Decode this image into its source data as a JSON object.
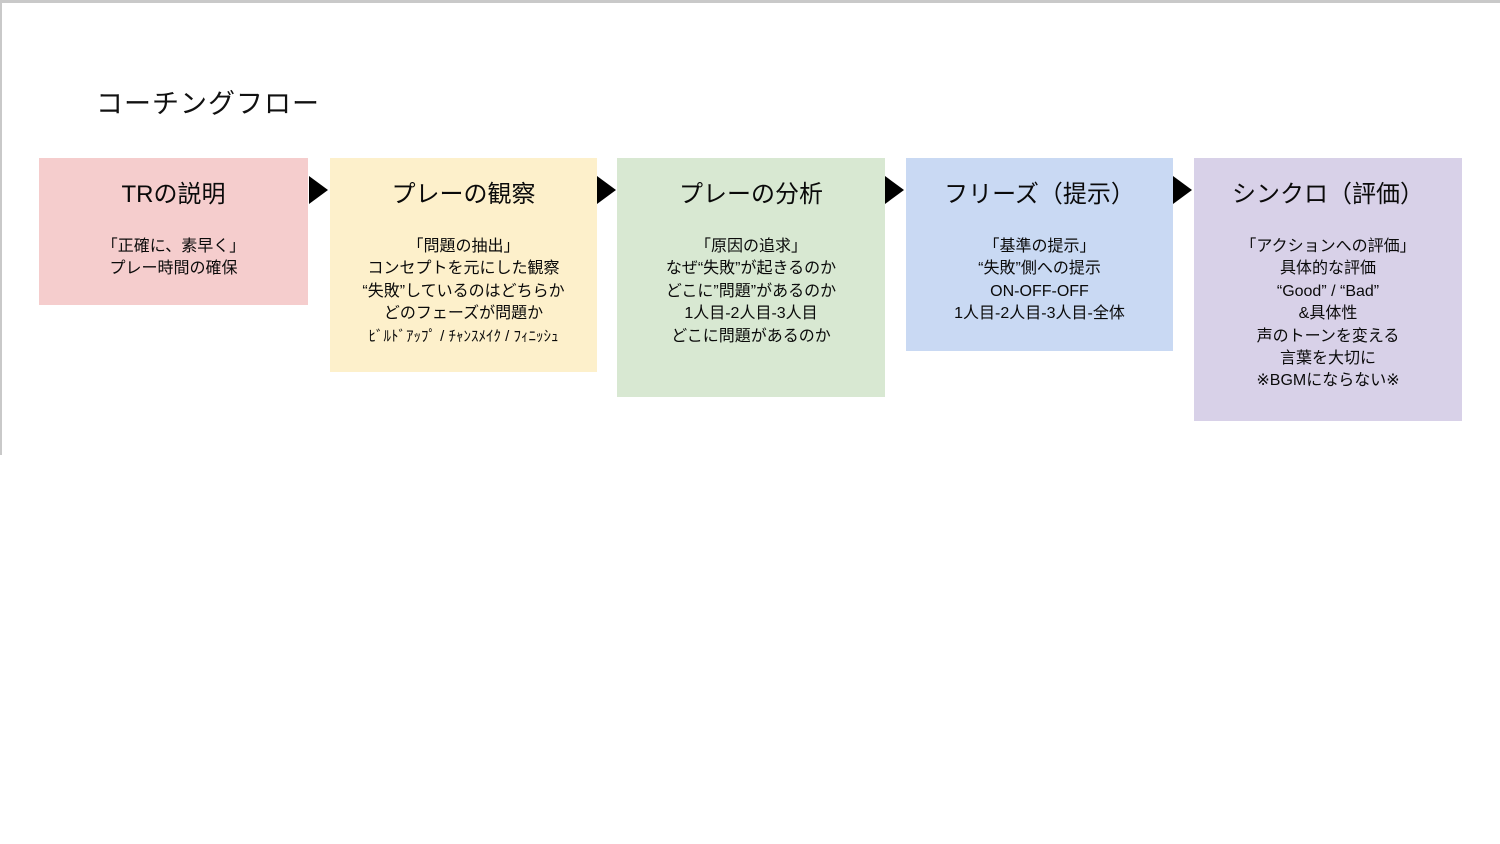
{
  "page": {
    "title": "コーチングフロー"
  },
  "flow": {
    "steps": [
      {
        "title": "TRの説明",
        "color": "#f5cdcd",
        "lines": [
          "「正確に、素早く」",
          "プレー時間の確保"
        ]
      },
      {
        "title": "プレーの観察",
        "color": "#fdf0cb",
        "lines": [
          "「問題の抽出」",
          "コンセプトを元にした観察",
          "“失敗”しているのはどちらか",
          "どのフェーズが問題か",
          "ﾋﾞﾙﾄﾞｱｯﾌﾟ / ﾁｬﾝｽﾒｲｸ / ﾌｨﾆｯｼｭ"
        ]
      },
      {
        "title": "プレーの分析",
        "color": "#d8e8d2",
        "lines": [
          "「原因の追求」",
          "なぜ“失敗”が起きるのか",
          "どこに”問題”があるのか",
          "1人目-2人目-3人目",
          "どこに問題があるのか"
        ]
      },
      {
        "title": "フリーズ（提示）",
        "color": "#c9d9f3",
        "lines": [
          "「基準の提示」",
          "“失敗”側への提示",
          "ON-OFF-OFF",
          "1人目-2人目-3人目-全体"
        ]
      },
      {
        "title": "シンクロ（評価）",
        "color": "#d8d1e8",
        "lines": [
          "「アクションへの評価」",
          "具体的な評価",
          "“Good” / “Bad”",
          "&具体性",
          "声のトーンを変える",
          "言葉を大切に",
          "※BGMにならない※"
        ]
      }
    ]
  },
  "colors": {
    "step_pink": "#f5cdcd",
    "step_yellow": "#fdf0cb",
    "step_green": "#d8e8d2",
    "step_blue": "#c9d9f3",
    "step_purple": "#d8d1e8",
    "arrow": "#000000",
    "slide_border": "#c9c9c9",
    "text": "#000000",
    "background": "#ffffff"
  }
}
